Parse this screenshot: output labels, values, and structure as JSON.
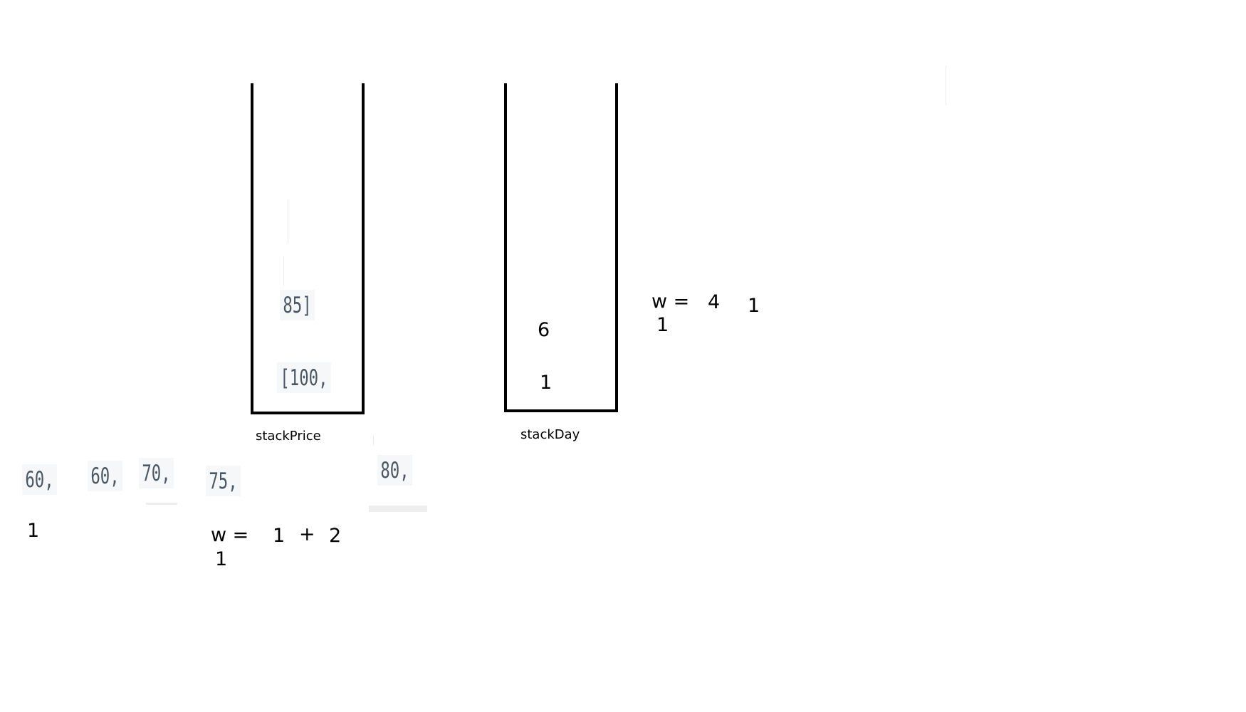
{
  "stacks": {
    "price": {
      "label": "stackPrice",
      "items": [
        "[100,",
        "85]"
      ]
    },
    "day": {
      "label": "stackDay",
      "items": [
        "1",
        "6"
      ]
    }
  },
  "sequence": {
    "items": [
      "60,",
      "60,",
      "70,",
      "75,",
      "80,"
    ],
    "first_day": "1"
  },
  "formula_bottom": {
    "lhs": "w =",
    "below": "1",
    "a": "1",
    "op": "+",
    "b": "2"
  },
  "formula_right": {
    "lhs": "w =",
    "below": "1",
    "a": "4",
    "b": "1"
  }
}
